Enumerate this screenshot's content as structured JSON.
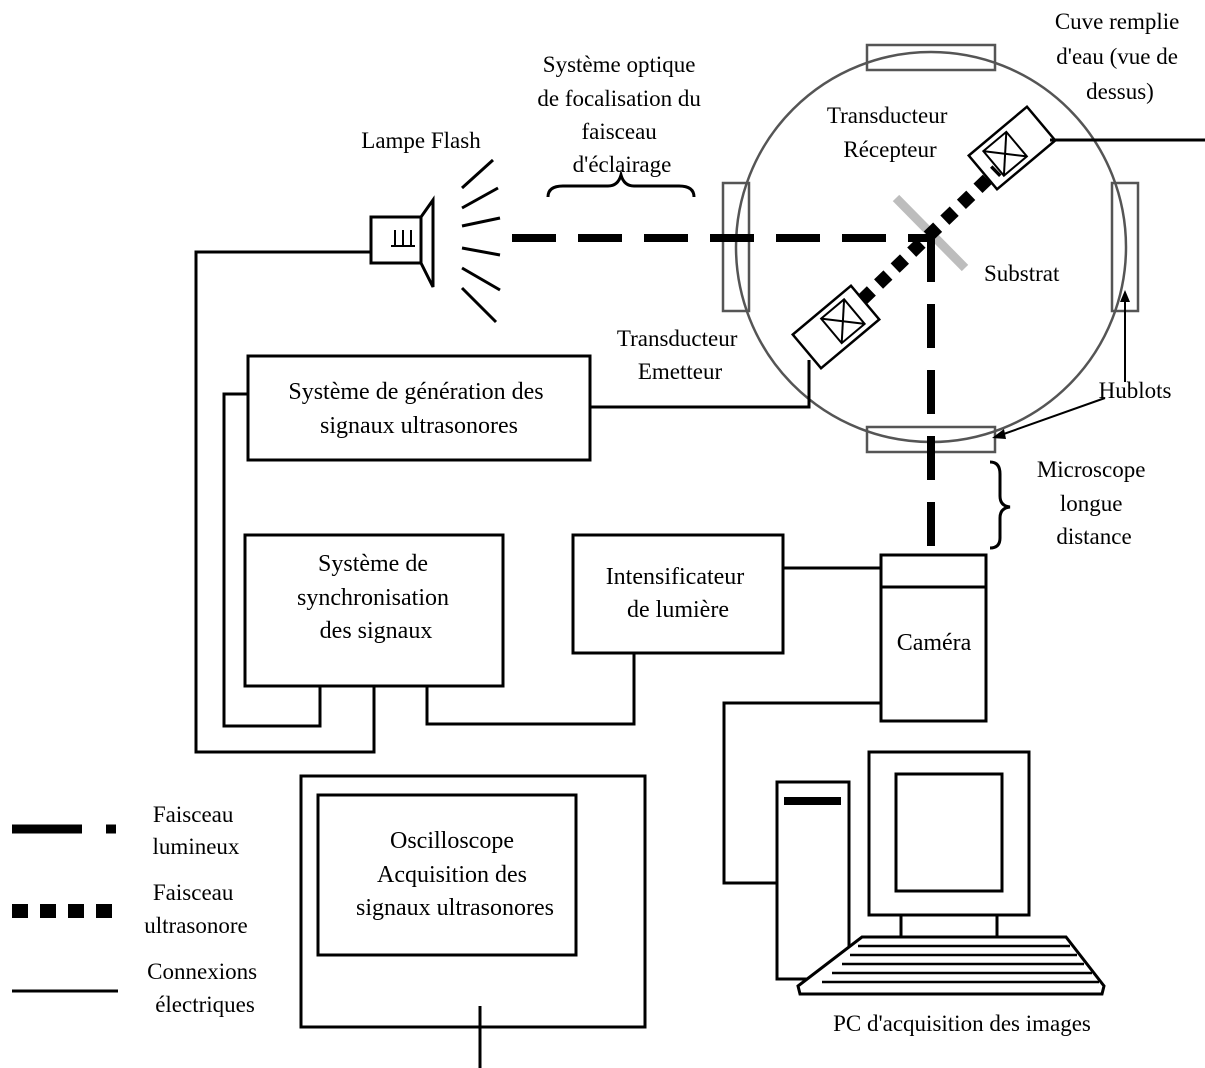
{
  "labels": {
    "tank": [
      "Cuve remplie",
      "d'eau (vue de",
      "dessus)"
    ],
    "optics": [
      "Système optique",
      "de focalisation du",
      "faisceau",
      "d'éclairage"
    ],
    "flash_lamp": "Lampe Flash",
    "receiver": [
      "Transducteur",
      "Récepteur"
    ],
    "substrate": "Substrat",
    "emitter": [
      "Transducteur",
      "Emetteur"
    ],
    "portholes": "Hublots",
    "microscope": [
      "Microscope",
      "longue",
      "distance"
    ],
    "pc": "PC d'acquisition des images"
  },
  "boxes": {
    "ultrasound_gen": [
      "Système de génération des",
      "signaux ultrasonores"
    ],
    "sync": [
      "Système de",
      "synchronisation",
      "des signaux"
    ],
    "intensifier": [
      "Intensificateur",
      "de lumière"
    ],
    "camera": "Caméra",
    "oscilloscope": [
      "Oscilloscope",
      "Acquisition des",
      "signaux ultrasonores"
    ]
  },
  "legend": {
    "light_beam": [
      "Faisceau",
      "lumineux"
    ],
    "ultrasound_beam": [
      "Faisceau",
      "ultrasonore"
    ],
    "electrical": [
      "Connexions",
      "électriques"
    ]
  },
  "colors": {
    "line": "#000000",
    "substrate": "#bdbdbd",
    "tank_outline": "#555555"
  }
}
